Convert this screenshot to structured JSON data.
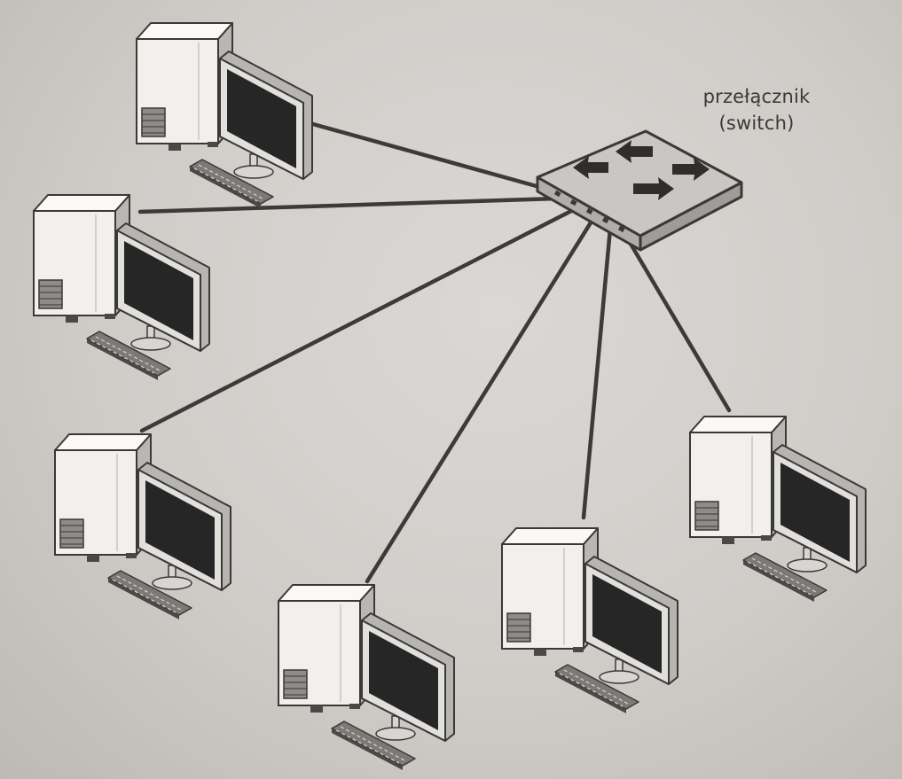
{
  "switch": {
    "label": "przełącznik",
    "sublabel": "(switch)"
  },
  "colors": {
    "cable": "#3c3b39",
    "outline": "#3a3937",
    "case_front": "#f2f0ec",
    "case_side": "#b9b7b3",
    "case_top": "#faf9f6",
    "screen": "#262626",
    "switch_top": "#c9c7c3",
    "switch_side": "#b0aeaa"
  },
  "computers": [
    {
      "id": "pc-1"
    },
    {
      "id": "pc-2"
    },
    {
      "id": "pc-3"
    },
    {
      "id": "pc-4"
    },
    {
      "id": "pc-5"
    },
    {
      "id": "pc-6"
    }
  ]
}
